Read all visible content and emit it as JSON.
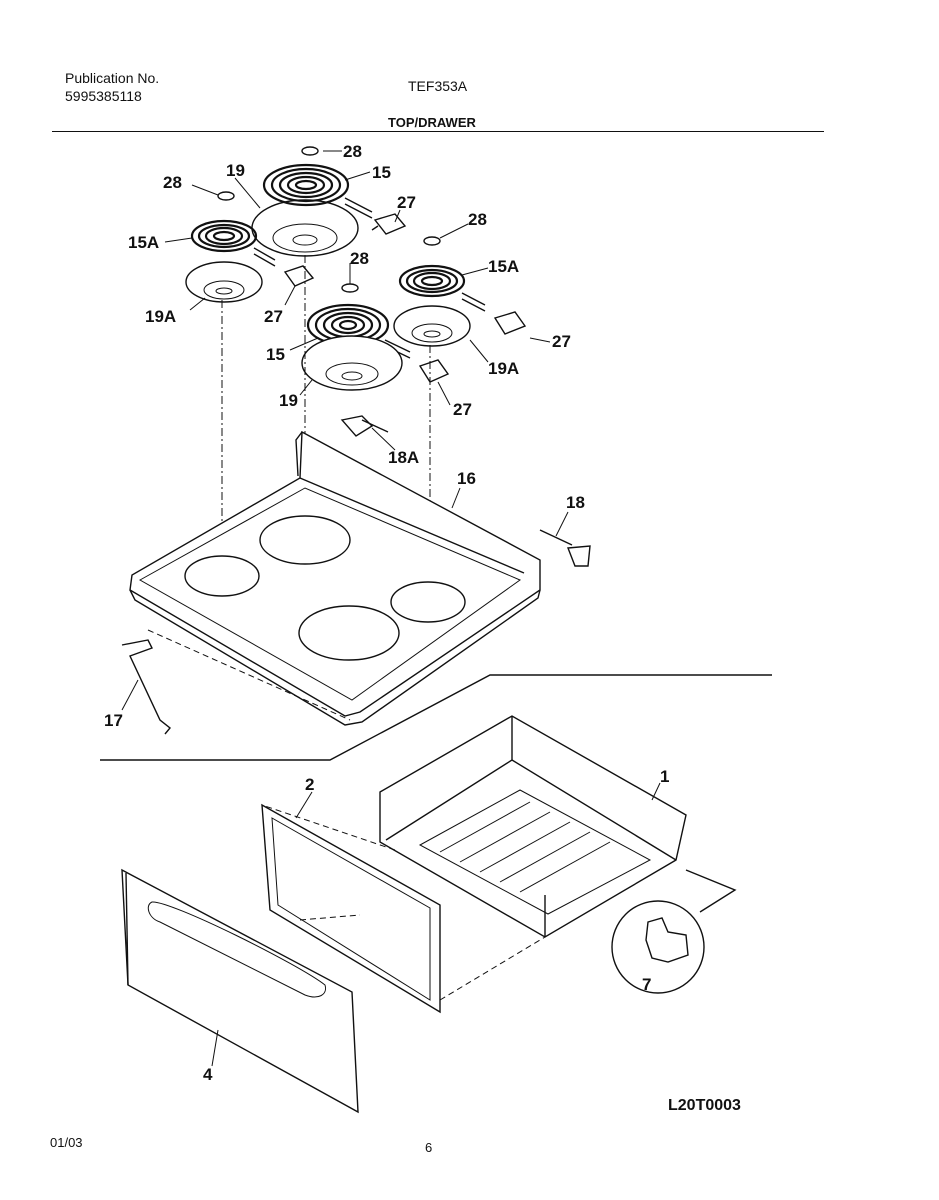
{
  "header": {
    "publication_label": "Publication No.",
    "publication_number": "5995385118",
    "model": "TEF353A",
    "section_title": "TOP/DRAWER"
  },
  "callouts": {
    "c28a": "28",
    "c28b": "28",
    "c28c": "28",
    "c28d": "28",
    "c19a": "19",
    "c19b": "19",
    "c15a": "15",
    "c15b": "15",
    "c15Aa": "15A",
    "c15Ab": "15A",
    "c19Aa": "19A",
    "c19Ab": "19A",
    "c27a": "27",
    "c27b": "27",
    "c27c": "27",
    "c27d": "27",
    "c18A": "18A",
    "c16": "16",
    "c18": "18",
    "c17": "17",
    "c2": "2",
    "c1": "1",
    "c4": "4",
    "c7": "7"
  },
  "footer": {
    "diagram_id": "L20T0003",
    "date": "01/03",
    "page": "6"
  }
}
